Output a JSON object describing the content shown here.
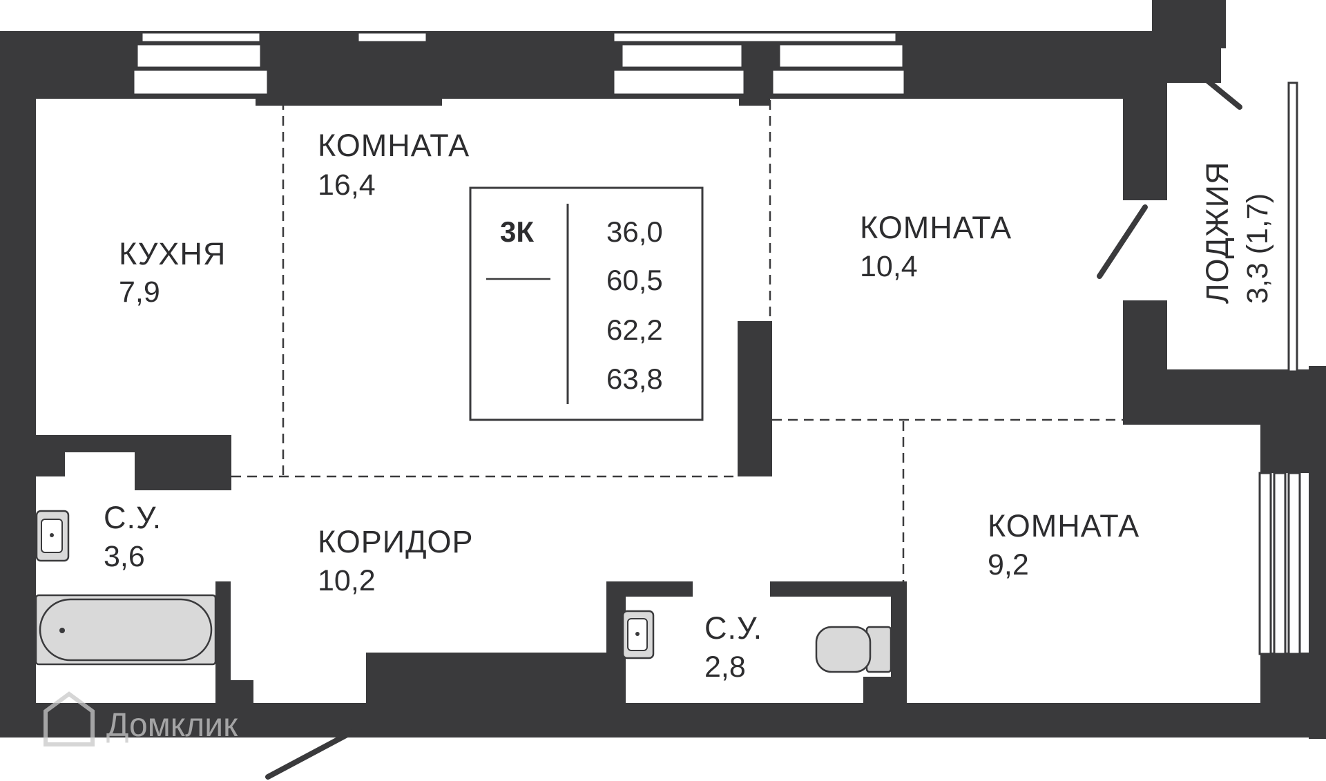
{
  "rooms": {
    "kitchen": {
      "name": "КУХНЯ",
      "area": "7,9"
    },
    "room_main": {
      "name": "КОМНАТА",
      "area": "16,4"
    },
    "room_right": {
      "name": "КОМНАТА",
      "area": "10,4"
    },
    "room_bottom_right": {
      "name": "КОМНАТА",
      "area": "9,2"
    },
    "corridor": {
      "name": "КОРИДОР",
      "area": "10,2"
    },
    "bathroom_left": {
      "name": "С.У.",
      "area": "3,6"
    },
    "bathroom_center": {
      "name": "С.У.",
      "area": "2,8"
    },
    "loggia": {
      "name": "ЛОДЖИЯ",
      "area": "3,3 (1,7)"
    }
  },
  "summary": {
    "type": "3К",
    "areas": [
      "36,0",
      "60,5",
      "62,2",
      "63,8"
    ]
  },
  "watermark": {
    "text": "Домклик"
  },
  "colors": {
    "wall": "#3a3a3c",
    "fixture": "#d9d9d9",
    "background": "#ffffff"
  }
}
